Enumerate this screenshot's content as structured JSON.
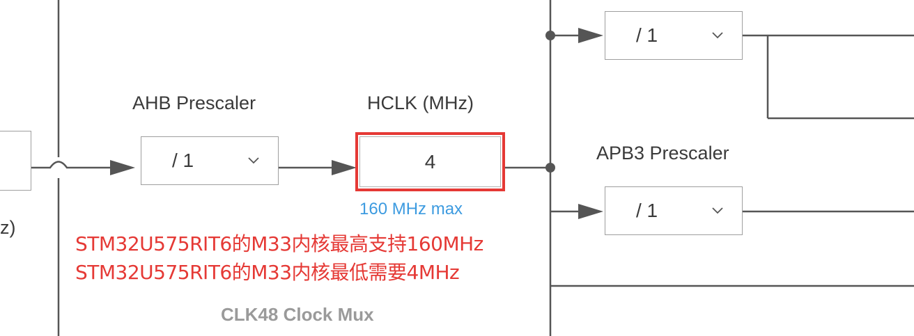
{
  "ahb_prescaler": {
    "label": "AHB Prescaler",
    "value": "/ 1"
  },
  "hclk": {
    "label": "HCLK (MHz)",
    "value": "4",
    "max_note": "160 MHz max"
  },
  "apb3_prescaler": {
    "label": "APB3 Prescaler",
    "value": "/ 1"
  },
  "top_right_prescaler": {
    "value": "/ 1"
  },
  "left_partial_label": "z)",
  "annotations": [
    "STM32U575RIT6的M33内核最高支持160MHz",
    "STM32U575RIT6的M33内核最低需要4MHz"
  ],
  "mux_label": "CLK48 Clock Mux",
  "colors": {
    "highlight": "#e53935",
    "note": "#3d9be0",
    "line": "#555555"
  },
  "icons": {
    "dropdown": "chevron-down-icon",
    "arrow": "arrow-right-icon"
  }
}
